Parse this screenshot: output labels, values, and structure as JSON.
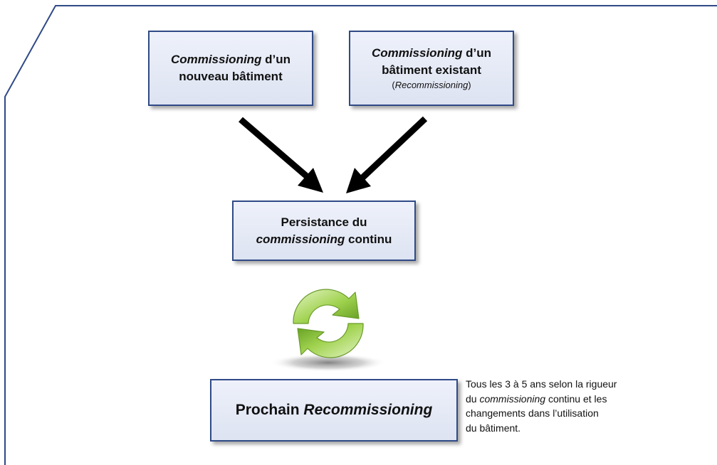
{
  "colors": {
    "box_border": "#2f4a86",
    "box_fill_top": "#eef1fa",
    "box_fill_bottom": "#dde3f2",
    "frame_line": "#2f4a86",
    "arrow": "#000000",
    "cycle_green": "#8cc63f"
  },
  "boxes": {
    "new_building": {
      "line1_italic": "Commissioning",
      "line1_rest": " d’un",
      "line2": "nouveau bâtiment"
    },
    "existing_building": {
      "line1_italic": "Commissioning",
      "line1_rest": " d’un",
      "line2": "bâtiment existant",
      "line3_open": "(",
      "line3_italic": "Recommissioning",
      "line3_close": ")"
    },
    "persistence": {
      "line1": "Persistance du",
      "line2_italic": "commissioning",
      "line2_rest": " continu"
    },
    "next": {
      "prefix": "Prochain ",
      "italic": "Recommissioning"
    }
  },
  "icons": {
    "cycle": "recycle-arrows-icon"
  },
  "note": {
    "line1": "Tous les 3 à 5 ans selon la rigueur",
    "line2_start": "du ",
    "line2_italic": "commissioning",
    "line2_end": " continu et les",
    "line3": "changements dans l’utilisation",
    "line4": "du bâtiment."
  }
}
